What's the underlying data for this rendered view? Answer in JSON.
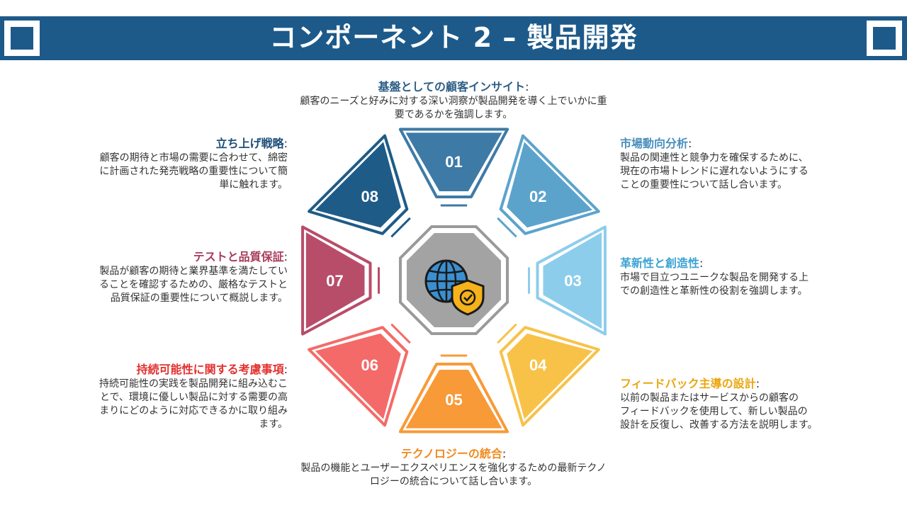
{
  "title": "コンポーネント 2 – 製品開発",
  "colors": {
    "title_bar": "#1d5a8a",
    "seg01": "#3e7aa6",
    "seg02": "#5ca3cc",
    "seg03": "#8dcdec",
    "seg04": "#f8c249",
    "seg05": "#f89a38",
    "seg06": "#f46a68",
    "seg07": "#b84d6a",
    "seg08": "#1e5b87",
    "center": "#a3a3a3"
  },
  "center_icon": "globe-shield-check-icon",
  "segments": [
    {
      "num": "01",
      "head": "基盤としての顧客インサイト",
      "body": [
        "顧客のニーズと好みに対する深い洞察が製品開発を導く上でいかに重",
        "要であるかを強調します。"
      ],
      "head_color": "#2e5f86"
    },
    {
      "num": "02",
      "head": "市場動向分析",
      "body": [
        "製品の関連性と競争力を確保するために、",
        "現在の市場トレンドに遅れないようにする",
        "ことの重要性について話し合います。"
      ],
      "head_color": "#4a8fbc"
    },
    {
      "num": "03",
      "head": "革新性と創造性",
      "body": [
        "市場で目立つユニークな製品を開発する上",
        "での創造性と革新性の役割を強調します。"
      ],
      "head_color": "#3ba3d3"
    },
    {
      "num": "04",
      "head": "フィードバック主導の設計",
      "body": [
        "以前の製品またはサービスからの顧客の",
        "フィードバックを使用して、新しい製品の",
        "設計を反復し、改善する方法を説明します。"
      ],
      "head_color": "#eaa60f"
    },
    {
      "num": "05",
      "head": "テクノロジーの統合",
      "body": [
        "製品の機能とユーザーエクスペリエンスを強化するための最新テクノ",
        "ロジーの統合について話し合います。"
      ],
      "head_color": "#ef8a1e"
    },
    {
      "num": "06",
      "head": "持続可能性に関する考慮事項",
      "body": [
        "持続可能性の実践を製品開発に組み込むこ",
        "とで、環境に優しい製品に対する需要の高",
        "まりにどのように対応できるかに取り組み",
        "ます。"
      ],
      "head_color": "#e2312f"
    },
    {
      "num": "07",
      "head": "テストと品質保証",
      "body": [
        "製品が顧客の期待と業界基準を満たしてい",
        "ることを確認するための、厳格なテストと",
        "品質保証の重要性について概説します。"
      ],
      "head_color": "#a93c5c"
    },
    {
      "num": "08",
      "head": "立ち上げ戦略",
      "body": [
        "顧客の期待と市場の需要に合わせて、綿密",
        "に計画された発売戦略の重要性について簡",
        "単に触れます。"
      ],
      "head_color": "#1d4e78"
    }
  ]
}
